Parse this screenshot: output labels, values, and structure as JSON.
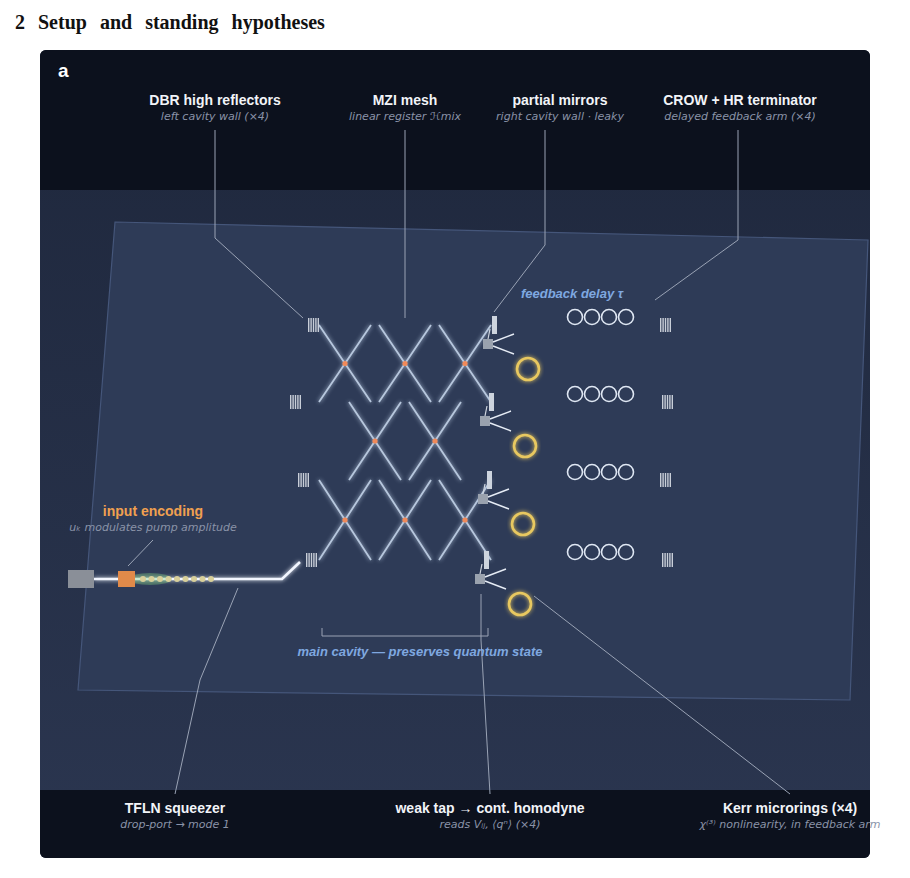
{
  "diagram": {
    "title": "2 Setup and standing hypotheses",
    "labels": [
      "a",
      "DBR high reflectors",
      "left cavity wall (×4)",
      "MZI mesh",
      "linear register ℋmix",
      "partial mirrors",
      "right cavity wall · leaky",
      "CROW + HR terminator",
      "delayed feedback arm (×4)",
      "feedback delay τ",
      "input encoding",
      "uₖ modulates pump amplitude",
      "main cavity — preserves quantum state",
      "TFLN squeezer",
      "drop-port → mode 1",
      "weak tap → cont. homodyne",
      "reads Vᵢⱼ, ⟨qⁿ⟩ (×4)",
      "Kerr microrings (×4)",
      "χ⁽³⁾ nonlinearity, in feedback arm"
    ]
  }
}
